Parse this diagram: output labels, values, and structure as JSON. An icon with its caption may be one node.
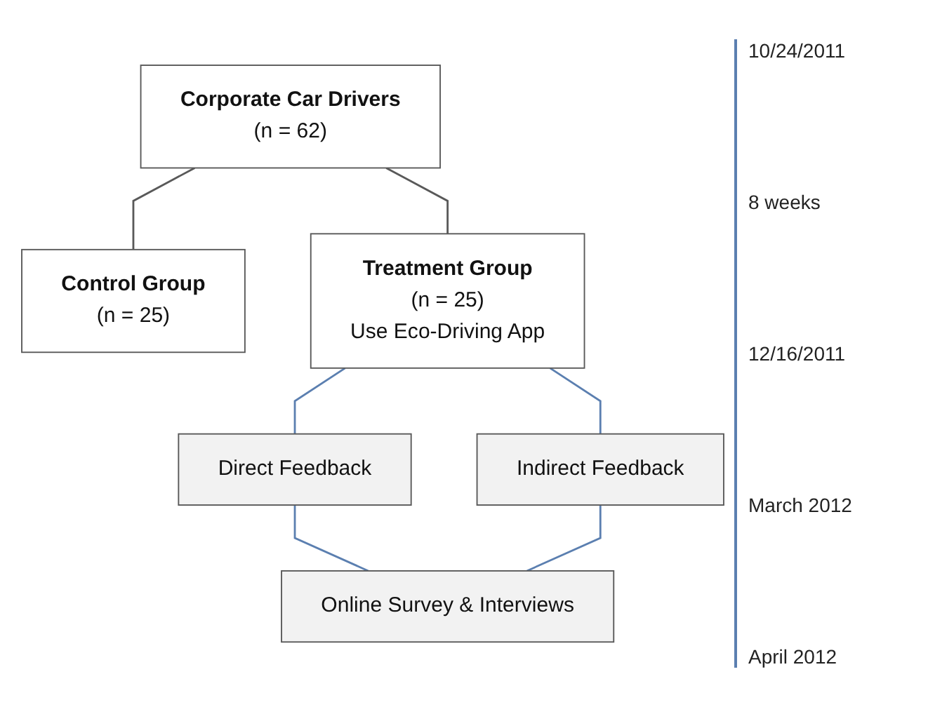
{
  "diagram": {
    "nodes": [
      {
        "text": [
          "Corporate Car Drivers",
          "(n = 62)"
        ]
      },
      {
        "text": [
          "Control Group",
          "(n = 25)"
        ]
      },
      {
        "text": [
          "Treatment Group",
          "(n = 25)",
          "Use Eco-Driving App"
        ]
      },
      {
        "text": [
          "Direct Feedback"
        ]
      },
      {
        "text": [
          "Indirect Feedback"
        ]
      },
      {
        "text": [
          "Online Survey & Interviews"
        ]
      }
    ],
    "edges": [
      {
        "from": 0,
        "to": 1,
        "arrow": "none",
        "color": "#595959"
      },
      {
        "from": 0,
        "to": 2,
        "arrow": "none",
        "color": "#595959"
      },
      {
        "from": 2,
        "to": 3,
        "arrow": "none"
      },
      {
        "from": 2,
        "to": 4,
        "arrow": "none"
      },
      {
        "from": 3,
        "to": 5,
        "arrow": "none"
      },
      {
        "from": 4,
        "to": 5,
        "arrow": "none"
      }
    ],
    "labels": [
      "10/24/2011",
      "8 weeks",
      "12/16/2011",
      "March 2012",
      "April 2012"
    ]
  }
}
